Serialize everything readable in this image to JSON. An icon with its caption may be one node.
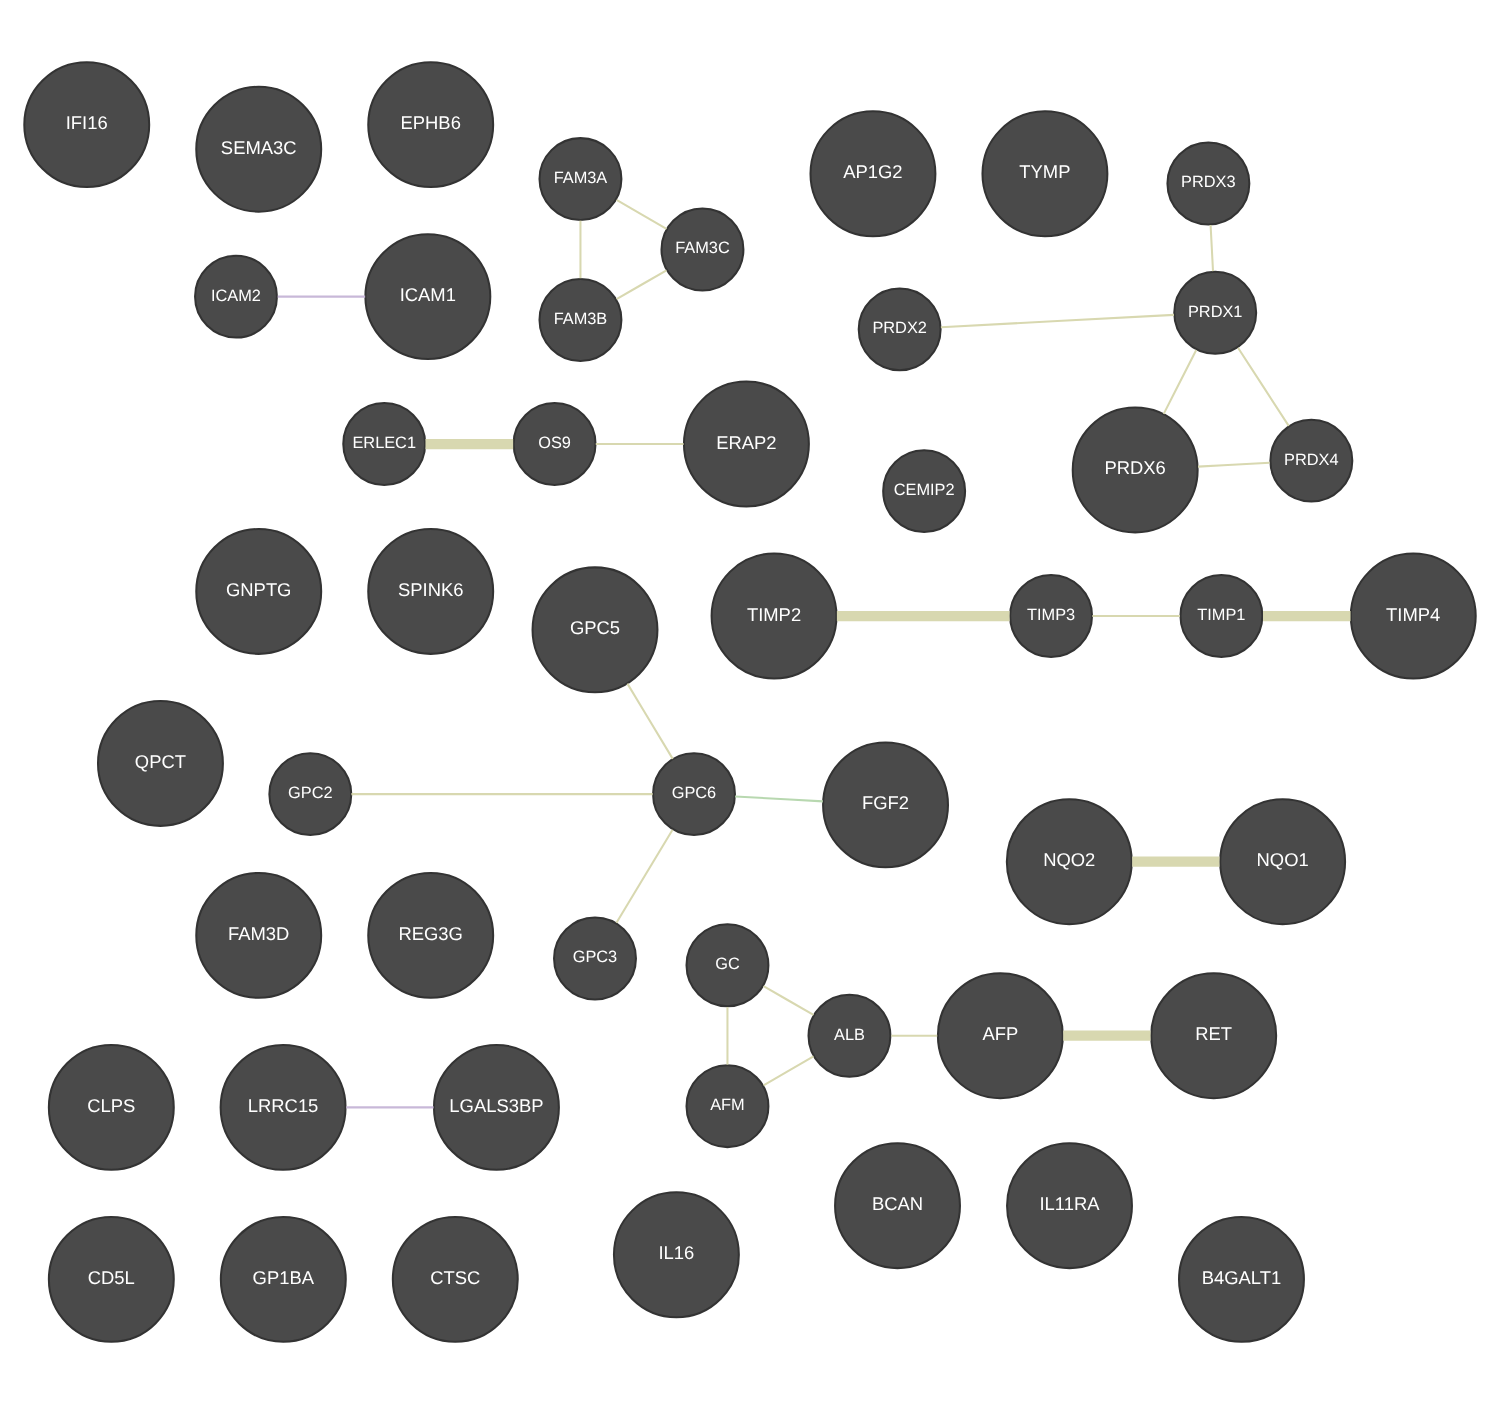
{
  "diagram": {
    "nodes": [
      {
        "text": [
          "NQO2"
        ]
      },
      {
        "text": [
          "TIMP3"
        ]
      },
      {
        "text": [
          "TIMP1"
        ]
      },
      {
        "text": [
          "ERLEC1"
        ]
      },
      {
        "text": [
          "OS9"
        ]
      },
      {
        "text": [
          "ALB"
        ]
      },
      {
        "text": [
          "AFM"
        ]
      },
      {
        "text": [
          "GC"
        ]
      },
      {
        "text": [
          "FAM3B"
        ]
      },
      {
        "text": [
          "GPC2"
        ]
      },
      {
        "text": [
          "GPC6"
        ]
      },
      {
        "text": [
          "PRDX2"
        ]
      },
      {
        "text": [
          "PRDX3"
        ]
      },
      {
        "text": [
          "FAM3A"
        ]
      },
      {
        "text": [
          "PRDX4"
        ]
      },
      {
        "text": [
          "PRDX1"
        ]
      },
      {
        "text": [
          "FAM3C"
        ]
      },
      {
        "text": [
          "CEMIP2"
        ]
      },
      {
        "text": [
          "ICAM2"
        ]
      },
      {
        "text": [
          "GPC3"
        ]
      },
      {
        "text": [
          "SPINK6"
        ]
      },
      {
        "text": [
          "REG3G"
        ]
      },
      {
        "text": [
          "GNPTG"
        ]
      },
      {
        "text": [
          "FAM3D"
        ]
      },
      {
        "text": [
          "ERAP2"
        ]
      },
      {
        "text": [
          "BCAN"
        ]
      },
      {
        "text": [
          "LRRC15"
        ]
      },
      {
        "text": [
          "RET"
        ]
      },
      {
        "text": [
          "IL11RA"
        ]
      },
      {
        "text": [
          "QPCT"
        ]
      },
      {
        "text": [
          "IL16"
        ]
      },
      {
        "text": [
          "TYMP"
        ]
      },
      {
        "text": [
          "TIMP4"
        ]
      },
      {
        "text": [
          "TIMP2"
        ]
      },
      {
        "text": [
          "FGF2"
        ]
      },
      {
        "text": [
          "AP1G2"
        ]
      },
      {
        "text": [
          "GPC5"
        ]
      },
      {
        "text": [
          "NQO1"
        ]
      },
      {
        "text": [
          "B4GALT1"
        ]
      },
      {
        "text": [
          "SEMA3C"
        ]
      },
      {
        "text": [
          "CLPS"
        ]
      },
      {
        "text": [
          "PRDX6"
        ]
      },
      {
        "text": [
          "CD5L"
        ]
      },
      {
        "text": [
          "GP1BA"
        ]
      },
      {
        "text": [
          "LGALS3BP"
        ]
      },
      {
        "text": [
          "AFP"
        ]
      },
      {
        "text": [
          "CTSC"
        ]
      },
      {
        "text": [
          "EPHB6"
        ]
      },
      {
        "text": [
          "ICAM1"
        ]
      },
      {
        "text": [
          "IFI16"
        ]
      }
    ],
    "edges": [
      {
        "from": 0,
        "to": 37,
        "arrow": "none",
        "style": "thick"
      },
      {
        "from": 1,
        "to": 33,
        "arrow": "none",
        "style": "thick"
      },
      {
        "from": 2,
        "to": 32,
        "arrow": "none",
        "style": "thick"
      },
      {
        "from": 1,
        "to": 2,
        "arrow": "none"
      },
      {
        "from": 3,
        "to": 4,
        "arrow": "none",
        "style": "thick"
      },
      {
        "from": 45,
        "to": 27,
        "arrow": "none",
        "style": "thick"
      },
      {
        "from": 5,
        "to": 6,
        "arrow": "none"
      },
      {
        "from": 5,
        "to": 7,
        "arrow": "none"
      },
      {
        "from": 6,
        "to": 7,
        "arrow": "none"
      },
      {
        "from": 45,
        "to": 5,
        "arrow": "none"
      },
      {
        "from": 16,
        "to": 13,
        "arrow": "none"
      },
      {
        "from": 16,
        "to": 8,
        "arrow": "none"
      },
      {
        "from": 13,
        "to": 8,
        "arrow": "none"
      },
      {
        "from": 15,
        "to": 41,
        "arrow": "none"
      },
      {
        "from": 15,
        "to": 14,
        "arrow": "none"
      },
      {
        "from": 15,
        "to": 12,
        "arrow": "none"
      },
      {
        "from": 15,
        "to": 11,
        "arrow": "none"
      },
      {
        "from": 14,
        "to": 41,
        "arrow": "none"
      },
      {
        "from": 19,
        "to": 10,
        "arrow": "none"
      },
      {
        "from": 36,
        "to": 10,
        "arrow": "none"
      },
      {
        "from": 9,
        "to": 10,
        "arrow": "none"
      },
      {
        "from": 18,
        "to": 48,
        "arrow": "none",
        "color": "#c8b8d8"
      },
      {
        "from": 34,
        "to": 10,
        "arrow": "none",
        "color": "#b8d8b0"
      },
      {
        "from": 44,
        "to": 26,
        "arrow": "none",
        "color": "#c8b8d8"
      },
      {
        "from": 24,
        "to": 4,
        "arrow": "none"
      }
    ]
  }
}
